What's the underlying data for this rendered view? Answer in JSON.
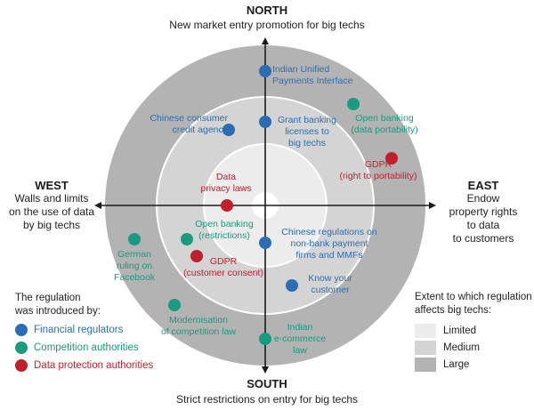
{
  "directions": {
    "north": {
      "title": "NORTH",
      "subtitle": "New market entry promotion for big techs"
    },
    "south": {
      "title": "SOUTH",
      "subtitle": "Strict restrictions on entry for big techs"
    },
    "west": {
      "title": "WEST",
      "subtitle_lines": [
        "Walls and limits",
        "on the use of data",
        "by big techs"
      ]
    },
    "east": {
      "title": "EAST",
      "subtitle_lines": [
        "Endow",
        "property rights",
        "to data",
        "to customers"
      ]
    }
  },
  "regulations": [
    {
      "label_lines": [
        "Indian Unified",
        "Payments Interface"
      ],
      "authority": "financial"
    },
    {
      "label_lines": [
        "Open banking",
        "(data portability)"
      ],
      "authority": "competition"
    },
    {
      "label_lines": [
        "Chinese consumer",
        "credit agency"
      ],
      "authority": "financial"
    },
    {
      "label_lines": [
        "Grant banking",
        "licenses to",
        "big techs"
      ],
      "authority": "financial"
    },
    {
      "label_lines": [
        "GDPR",
        "(right to portability)"
      ],
      "authority": "data_protection"
    },
    {
      "label_lines": [
        "Data",
        "privacy laws"
      ],
      "authority": "data_protection"
    },
    {
      "label_lines": [
        "Open banking",
        "(restrictions)"
      ],
      "authority": "competition"
    },
    {
      "label_lines": [
        "Chinese regulations on",
        "non-bank payment",
        "firms and MMFs"
      ],
      "authority": "financial"
    },
    {
      "label_lines": [
        "German",
        "ruling on",
        "Facebook"
      ],
      "authority": "competition"
    },
    {
      "label_lines": [
        "GDPR",
        "(customer consent)"
      ],
      "authority": "data_protection"
    },
    {
      "label_lines": [
        "Know your",
        "customer"
      ],
      "authority": "financial"
    },
    {
      "label_lines": [
        "Modernisation",
        "of competition law"
      ],
      "authority": "competition"
    },
    {
      "label_lines": [
        "Indian",
        "e-commerce",
        "law"
      ],
      "authority": "competition"
    }
  ],
  "legend_authorities": {
    "title_lines": [
      "The regulation",
      "was introduced by:"
    ],
    "items": [
      {
        "key": "financial",
        "label": "Financial regulators",
        "color": "#2a6db5"
      },
      {
        "key": "competition",
        "label": "Competition authorities",
        "color": "#1a9a7e"
      },
      {
        "key": "data_protection",
        "label": "Data protection authorities",
        "color": "#c0202c"
      }
    ]
  },
  "legend_extent": {
    "title_lines": [
      "Extent to which regulation",
      "affects big techs:"
    ],
    "items": [
      {
        "label": "Limited",
        "color": "#ececec"
      },
      {
        "label": "Medium",
        "color": "#d4d4d4"
      },
      {
        "label": "Large",
        "color": "#b3b3b3"
      }
    ]
  },
  "colors": {
    "ring_large": "#b3b3b3",
    "ring_medium": "#d4d4d4",
    "ring_limited": "#ececec",
    "axis": "#1a1a1a"
  }
}
